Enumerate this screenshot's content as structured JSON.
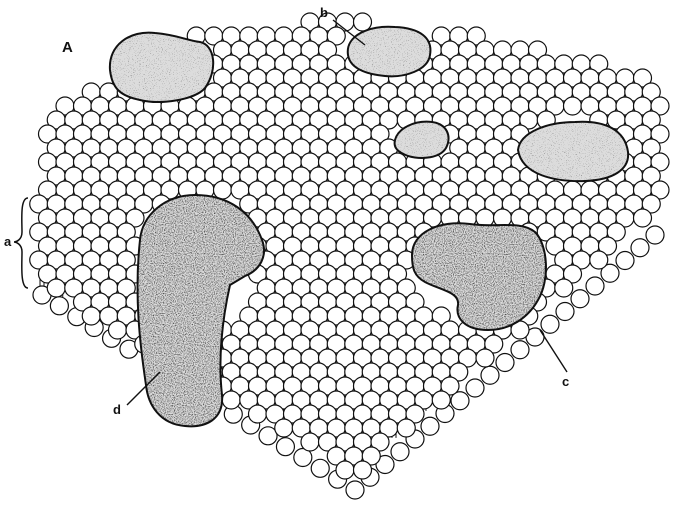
{
  "figure": {
    "panel_label": "A",
    "labels": {
      "a": "a",
      "b": "b",
      "c": "c",
      "d": "d"
    },
    "colors": {
      "ink": "#111111",
      "paper": "#ffffff",
      "protein_fill": "#dcdcdc"
    }
  }
}
